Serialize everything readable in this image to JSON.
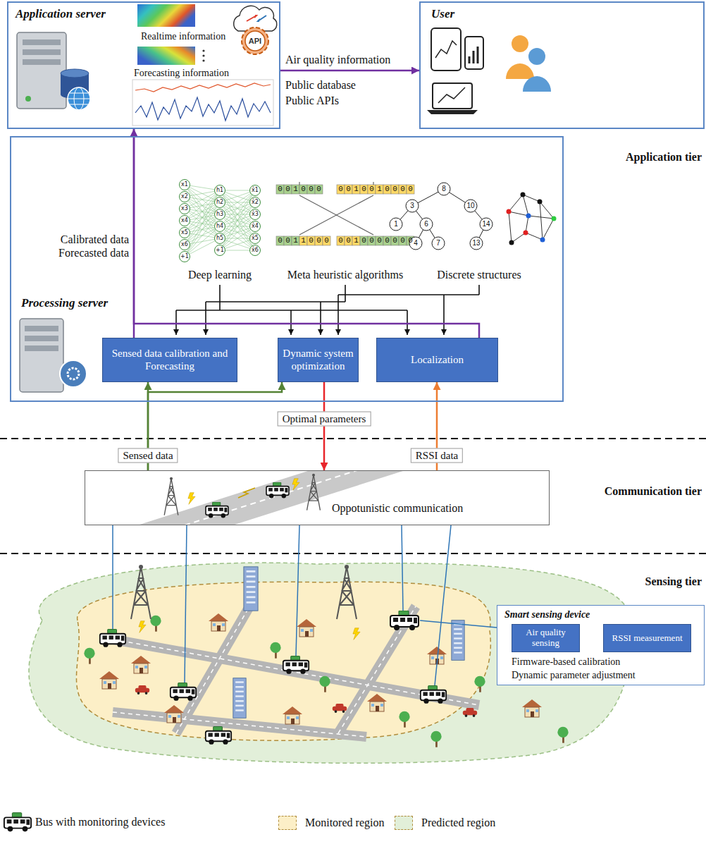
{
  "diagram": {
    "nodes": [
      {
        "text": [
          "Application server",
          "Realtime information",
          "Forecasting information"
        ]
      },
      {
        "text": [
          "User"
        ]
      },
      {
        "text": [
          "Processing server"
        ]
      },
      {
        "text": [
          "Sensed data calibration and Forecasting"
        ],
        "in": 2
      },
      {
        "text": [
          "Dynamic system optimization"
        ],
        "in": 2
      },
      {
        "text": [
          "Localization"
        ],
        "in": 2
      },
      {
        "text": [
          "Oppotunistic communication"
        ]
      },
      {
        "text": [
          "Smart sensing device",
          "Firmware-based calibration",
          "Dynamic parameter adjustment"
        ]
      },
      {
        "text": [
          "Air quality sensing"
        ],
        "in": 7
      },
      {
        "text": [
          "RSSI measurement"
        ],
        "in": 7
      }
    ],
    "edges": [
      {
        "from": 0,
        "to": 1,
        "arrow": "to",
        "label": "Air quality information"
      },
      {
        "from": 3,
        "to": 0,
        "arrow": "to",
        "label": "Calibrated data Forecasted data"
      },
      {
        "from": 6,
        "to": 3,
        "arrow": "to",
        "label": "Sensed data"
      },
      {
        "from": 6,
        "to": 4,
        "arrow": "to"
      },
      {
        "from": 4,
        "to": 6,
        "arrow": "to",
        "label": "Optimal parameters"
      },
      {
        "from": 6,
        "to": 5,
        "arrow": "to",
        "label": "RSSI data"
      },
      {
        "from": 5,
        "to": 0,
        "arrow": "to"
      }
    ],
    "labels": [
      "API",
      "Public database",
      "Public APIs",
      "Application tier",
      "Deep learning",
      "Meta heuristic algorithms",
      "Discrete structures",
      "x1",
      "x2",
      "x3",
      "x4",
      "x5",
      "x6",
      "+1",
      "h1",
      "h2",
      "h3",
      "h4",
      "h5",
      "+1",
      "x̂1",
      "x̂2",
      "x̂3",
      "x̂4",
      "x̂5",
      "x̂6",
      "001000",
      "0010010000",
      "0011000",
      "0010000000",
      "8",
      "3",
      "10",
      "1",
      "6",
      "14",
      "4",
      "7",
      "13",
      "Communication tier",
      "Sensing tier"
    ],
    "legend": [
      {
        "text": "Bus with monitoring devices"
      },
      {
        "text": "Monitored region",
        "color": "#fcefc7"
      },
      {
        "text": "Predicted region",
        "color": "#e2efd9"
      }
    ]
  }
}
